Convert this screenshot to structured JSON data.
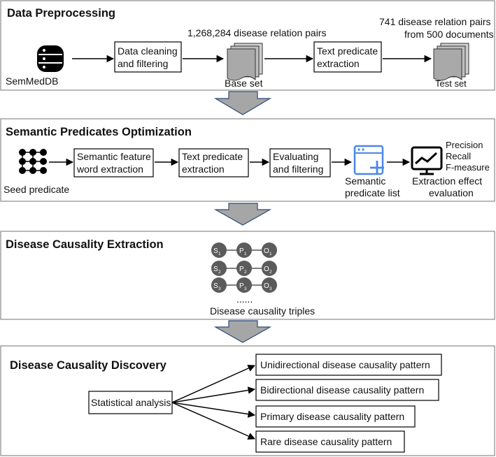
{
  "colors": {
    "accent_blue": "#4a86e8",
    "node_gray": "#5b5b5b",
    "section_border": "#8a8a8a",
    "big_arrow": "#a6a6a6"
  },
  "preprocessing": {
    "title": "Data Preprocessing",
    "semmeddb_label": "SemMedDB",
    "cleaning_line1": "Data cleaning",
    "cleaning_line2": "and filtering",
    "pairs_label": "1,268,284 disease relation pairs",
    "base_set_label": "Base set",
    "text_predicate_line1": "Text predicate",
    "text_predicate_line2": "extraction",
    "test_pairs_line1": "741 disease relation pairs",
    "test_pairs_line2": "from 500 documents",
    "test_set_label": "Test set"
  },
  "optimization": {
    "title": "Semantic Predicates Optimization",
    "seed_label": "Seed predicate",
    "feature_line1": "Semantic feature",
    "feature_line2": "word extraction",
    "text_predicate_line1": "Text predicate",
    "text_predicate_line2": "extraction",
    "evaluating_line1": "Evaluating",
    "evaluating_line2": "and filtering",
    "list_line1": "Semantic",
    "list_line2": "predicate list",
    "eval_line1": "Extraction effect",
    "eval_line2": "evaluation",
    "metrics": [
      "Precision",
      "Recall",
      "F-measure"
    ]
  },
  "extraction": {
    "title": "Disease Causality Extraction",
    "triples": [
      {
        "s": "S",
        "p": "P",
        "o": "O",
        "idx": "1"
      },
      {
        "s": "S",
        "p": "P",
        "o": "O",
        "idx": "2"
      },
      {
        "s": "S",
        "p": "P",
        "o": "O",
        "idx": "3"
      }
    ],
    "ellipsis": "......",
    "triples_label": "Disease causality triples"
  },
  "discovery": {
    "title": "Disease Causality Discovery",
    "analysis_label": "Statistical analysis",
    "patterns": [
      "Unidirectional disease causality pattern",
      "Bidirectional disease causality pattern",
      "Primary disease causality pattern",
      "Rare disease causality pattern"
    ]
  }
}
